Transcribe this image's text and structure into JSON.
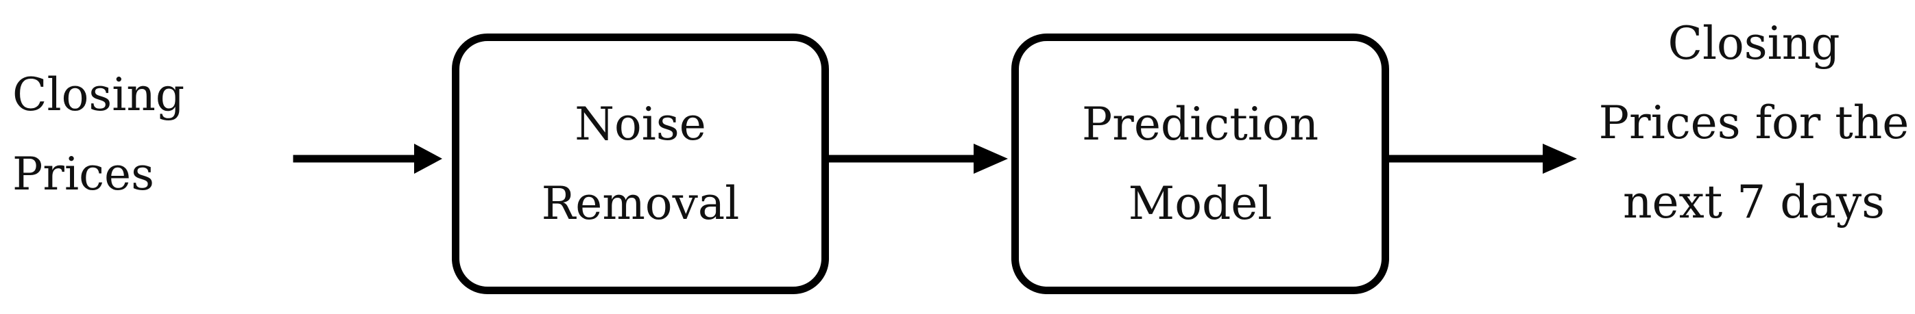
{
  "diagram": {
    "input": {
      "lines": [
        "Closing",
        "Prices"
      ]
    },
    "steps": [
      {
        "lines": [
          "Noise",
          "Removal"
        ]
      },
      {
        "lines": [
          "Prediction",
          "Model"
        ]
      }
    ],
    "output": {
      "lines": [
        "Closing",
        "Prices for the",
        "next 7 days"
      ]
    },
    "colors": {
      "stroke": "#000000",
      "text": "#111111",
      "background": "#ffffff"
    }
  }
}
